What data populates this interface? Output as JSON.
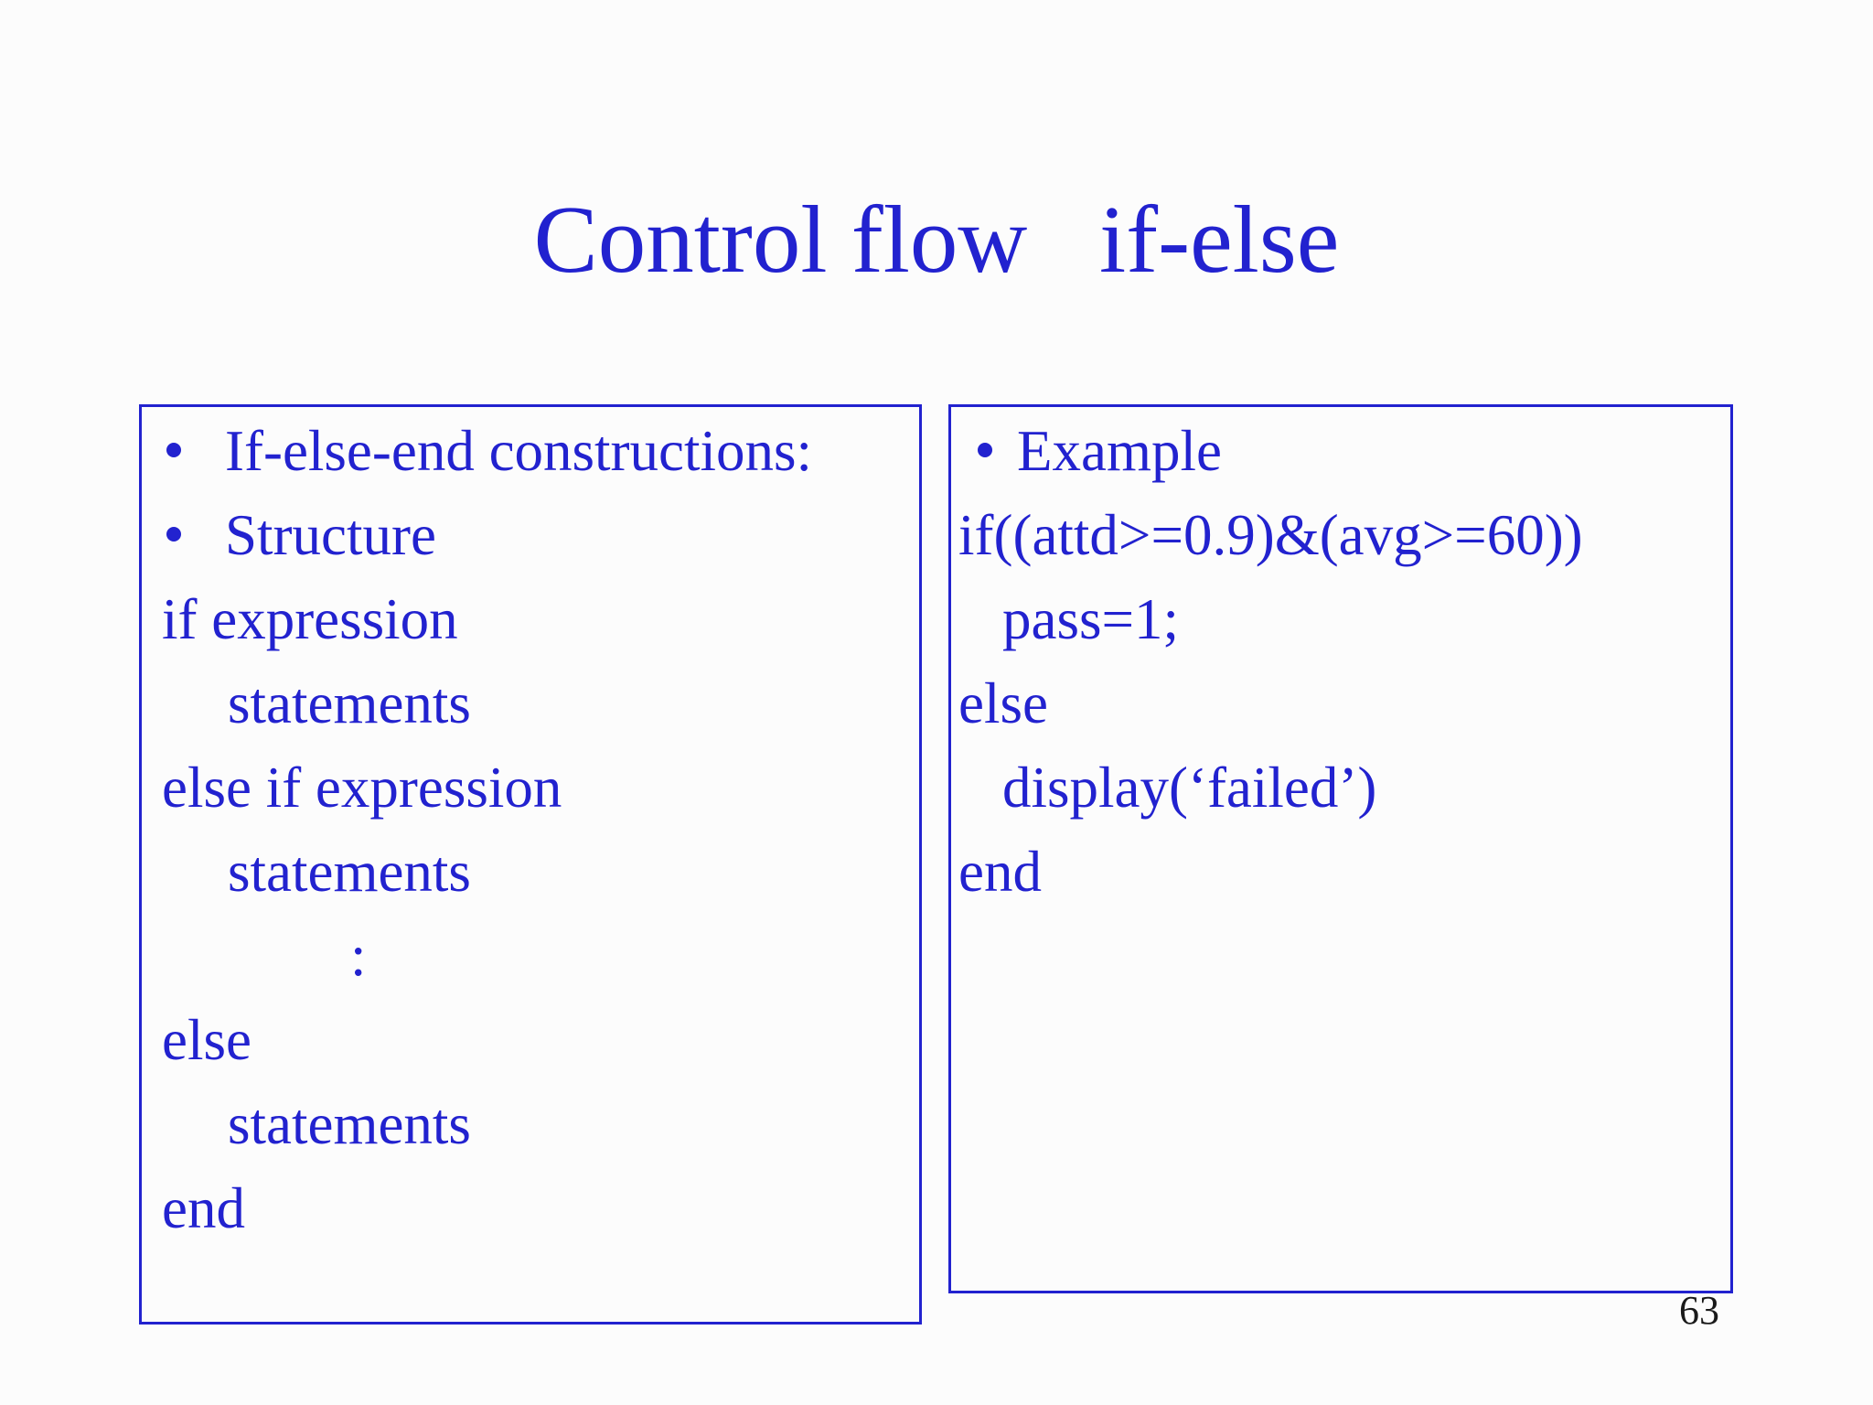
{
  "slide": {
    "title": "Control flow   if-else",
    "page_number": "63"
  },
  "colors": {
    "text_blue": "#2222cf",
    "border_blue": "#2222cf",
    "page_number_black": "#1a1a1a",
    "background": "#fcfcfc"
  },
  "left_panel": {
    "lines": [
      {
        "type": "bullet",
        "text": "If-else-end constructions:"
      },
      {
        "type": "bullet",
        "text": "Structure"
      },
      {
        "type": "code",
        "text": "if expression"
      },
      {
        "type": "indent1",
        "text": "statements"
      },
      {
        "type": "code",
        "text": "else if expression"
      },
      {
        "type": "indent1",
        "text": "statements"
      },
      {
        "type": "indent2",
        "text": ":"
      },
      {
        "type": "code",
        "text": "else"
      },
      {
        "type": "indent1",
        "text": "statements"
      },
      {
        "type": "code",
        "text": "end"
      }
    ]
  },
  "right_panel": {
    "lines": [
      {
        "type": "bullet",
        "text": "Example"
      },
      {
        "type": "code",
        "text": "if((attd>=0.9)&(avg>=60))"
      },
      {
        "type": "indent1",
        "text": "pass=1;"
      },
      {
        "type": "code",
        "text": "else"
      },
      {
        "type": "indent1",
        "text": "display(‘failed’)"
      },
      {
        "type": "code",
        "text": "end"
      }
    ]
  }
}
